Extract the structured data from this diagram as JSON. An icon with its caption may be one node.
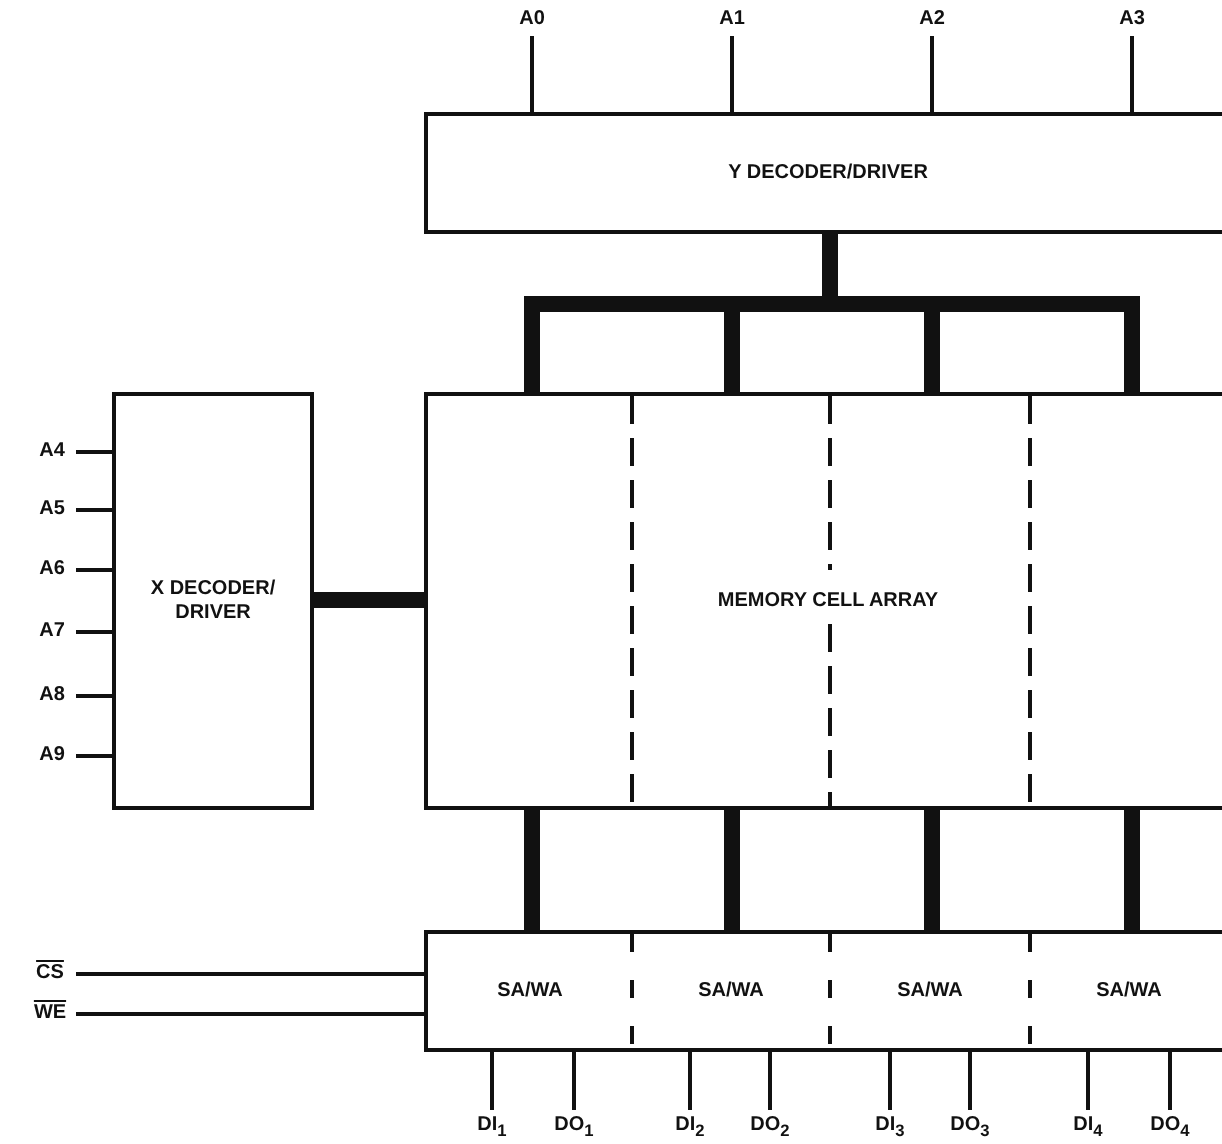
{
  "diagram": {
    "nodes": [
      {
        "text": [
          "A0"
        ]
      },
      {
        "text": [
          "A1"
        ]
      },
      {
        "text": [
          "A2"
        ]
      },
      {
        "text": [
          "A3"
        ]
      },
      {
        "text": [
          "Y DECODER/DRIVER"
        ]
      },
      {
        "text": [
          "A4"
        ]
      },
      {
        "text": [
          "A5"
        ]
      },
      {
        "text": [
          "A6"
        ]
      },
      {
        "text": [
          "A7"
        ]
      },
      {
        "text": [
          "A8"
        ]
      },
      {
        "text": [
          "A9"
        ]
      },
      {
        "text": [
          "X DECODER/ DRIVER"
        ]
      },
      {
        "text": [
          "MEMORY CELL ARRAY"
        ]
      },
      {
        "text": [
          "CS"
        ]
      },
      {
        "text": [
          "WE"
        ]
      },
      {
        "text": [],
        "shape": "box"
      },
      {
        "text": [
          "SA/WA"
        ],
        "in": 15
      },
      {
        "text": [
          "SA/WA"
        ],
        "in": 15
      },
      {
        "text": [
          "SA/WA"
        ],
        "in": 15
      },
      {
        "text": [
          "SA/WA"
        ],
        "in": 15
      },
      {
        "text": [
          "DI$_{1}$"
        ]
      },
      {
        "text": [
          "DO$_{1}$"
        ]
      },
      {
        "text": [
          "DI$_{2}$"
        ]
      },
      {
        "text": [
          "DO$_{2}$"
        ]
      },
      {
        "text": [
          "DI$_{3}$"
        ]
      },
      {
        "text": [
          "DO$_{3}$"
        ]
      },
      {
        "text": [
          "DI$_{4}$"
        ]
      },
      {
        "text": [
          "DO$_{4}$"
        ]
      }
    ],
    "edges": [
      {
        "from": 0,
        "to": 4,
        "arrow": "none"
      },
      {
        "from": 1,
        "to": 4,
        "arrow": "none"
      },
      {
        "from": 2,
        "to": 4,
        "arrow": "none"
      },
      {
        "from": 3,
        "to": 4,
        "arrow": "none"
      },
      {
        "from": 5,
        "to": 11,
        "arrow": "none"
      },
      {
        "from": 6,
        "to": 11,
        "arrow": "none"
      },
      {
        "from": 7,
        "to": 11,
        "arrow": "none"
      },
      {
        "from": 8,
        "to": 11,
        "arrow": "none"
      },
      {
        "from": 9,
        "to": 11,
        "arrow": "none"
      },
      {
        "from": 10,
        "to": 11,
        "arrow": "none"
      },
      {
        "from": 11,
        "to": 12,
        "arrow": "none",
        "style": "thick"
      },
      {
        "from": 4,
        "to": 12,
        "arrow": "none",
        "style": "thick"
      },
      {
        "from": 12,
        "to": 16,
        "arrow": "none",
        "style": "thick"
      },
      {
        "from": 12,
        "to": 17,
        "arrow": "none",
        "style": "thick"
      },
      {
        "from": 12,
        "to": 18,
        "arrow": "none",
        "style": "thick"
      },
      {
        "from": 12,
        "to": 19,
        "arrow": "none",
        "style": "thick"
      },
      {
        "from": 13,
        "to": 15,
        "arrow": "none"
      },
      {
        "from": 14,
        "to": 15,
        "arrow": "none"
      },
      {
        "from": 16,
        "to": 20,
        "arrow": "none"
      },
      {
        "from": 16,
        "to": 21,
        "arrow": "none"
      },
      {
        "from": 17,
        "to": 22,
        "arrow": "none"
      },
      {
        "from": 17,
        "to": 23,
        "arrow": "none"
      },
      {
        "from": 18,
        "to": 24,
        "arrow": "none"
      },
      {
        "from": 18,
        "to": 25,
        "arrow": "none"
      },
      {
        "from": 19,
        "to": 26,
        "arrow": "none"
      },
      {
        "from": 19,
        "to": 27,
        "arrow": "none"
      }
    ]
  }
}
